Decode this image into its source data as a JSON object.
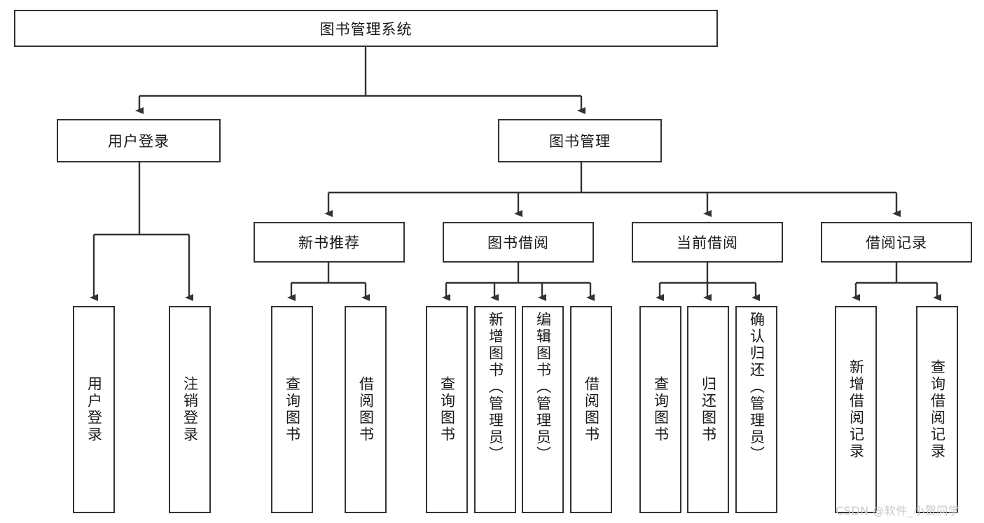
{
  "diagram": {
    "title": "图书管理系统",
    "type": "hierarchy-tree",
    "colors": {
      "box_border": "#333333",
      "box_fill": "#ffffff",
      "edge": "#333333",
      "text": "#1a1a1a",
      "watermark": "#c9c9c9",
      "background": "#ffffff"
    },
    "levels": {
      "level0": [
        {
          "id": "root",
          "label": "图书管理系统",
          "orientation": "horizontal"
        }
      ],
      "level1": [
        {
          "id": "user-login",
          "label": "用户登录",
          "orientation": "horizontal"
        },
        {
          "id": "book-manage",
          "label": "图书管理",
          "orientation": "horizontal"
        }
      ],
      "level2": [
        {
          "id": "new-book-rec",
          "label": "新书推荐",
          "orientation": "horizontal"
        },
        {
          "id": "book-borrow",
          "label": "图书借阅",
          "orientation": "horizontal"
        },
        {
          "id": "current-borrow",
          "label": "当前借阅",
          "orientation": "horizontal"
        },
        {
          "id": "borrow-record",
          "label": "借阅记录",
          "orientation": "horizontal"
        }
      ],
      "level3": [
        {
          "id": "leaf-user-login",
          "label": "用户登录",
          "parent": "user-login",
          "orientation": "vertical"
        },
        {
          "id": "leaf-logout",
          "label": "注销登录",
          "parent": "user-login",
          "orientation": "vertical"
        },
        {
          "id": "leaf-query-book-1",
          "label": "查询图书",
          "parent": "new-book-rec",
          "orientation": "vertical"
        },
        {
          "id": "leaf-borrow-book-1",
          "label": "借阅图书",
          "parent": "new-book-rec",
          "orientation": "vertical"
        },
        {
          "id": "leaf-query-book-2",
          "label": "查询图书",
          "parent": "book-borrow",
          "orientation": "vertical"
        },
        {
          "id": "leaf-add-book",
          "label": "新增图书（管理员）",
          "parent": "book-borrow",
          "orientation": "vertical"
        },
        {
          "id": "leaf-edit-book",
          "label": "编辑图书（管理员）",
          "parent": "book-borrow",
          "orientation": "vertical"
        },
        {
          "id": "leaf-borrow-book-2",
          "label": "借阅图书",
          "parent": "book-borrow",
          "orientation": "vertical"
        },
        {
          "id": "leaf-query-book-3",
          "label": "查询图书",
          "parent": "current-borrow",
          "orientation": "vertical"
        },
        {
          "id": "leaf-return-book",
          "label": "归还图书",
          "parent": "current-borrow",
          "orientation": "vertical"
        },
        {
          "id": "leaf-confirm-return",
          "label": "确认归还（管理员）",
          "parent": "current-borrow",
          "orientation": "vertical"
        },
        {
          "id": "leaf-add-record",
          "label": "新增借阅记录",
          "parent": "borrow-record",
          "orientation": "vertical"
        },
        {
          "id": "leaf-query-record",
          "label": "查询借阅记录",
          "parent": "borrow-record",
          "orientation": "vertical"
        }
      ]
    },
    "watermark": "CSDN @软件_小贺同学"
  }
}
